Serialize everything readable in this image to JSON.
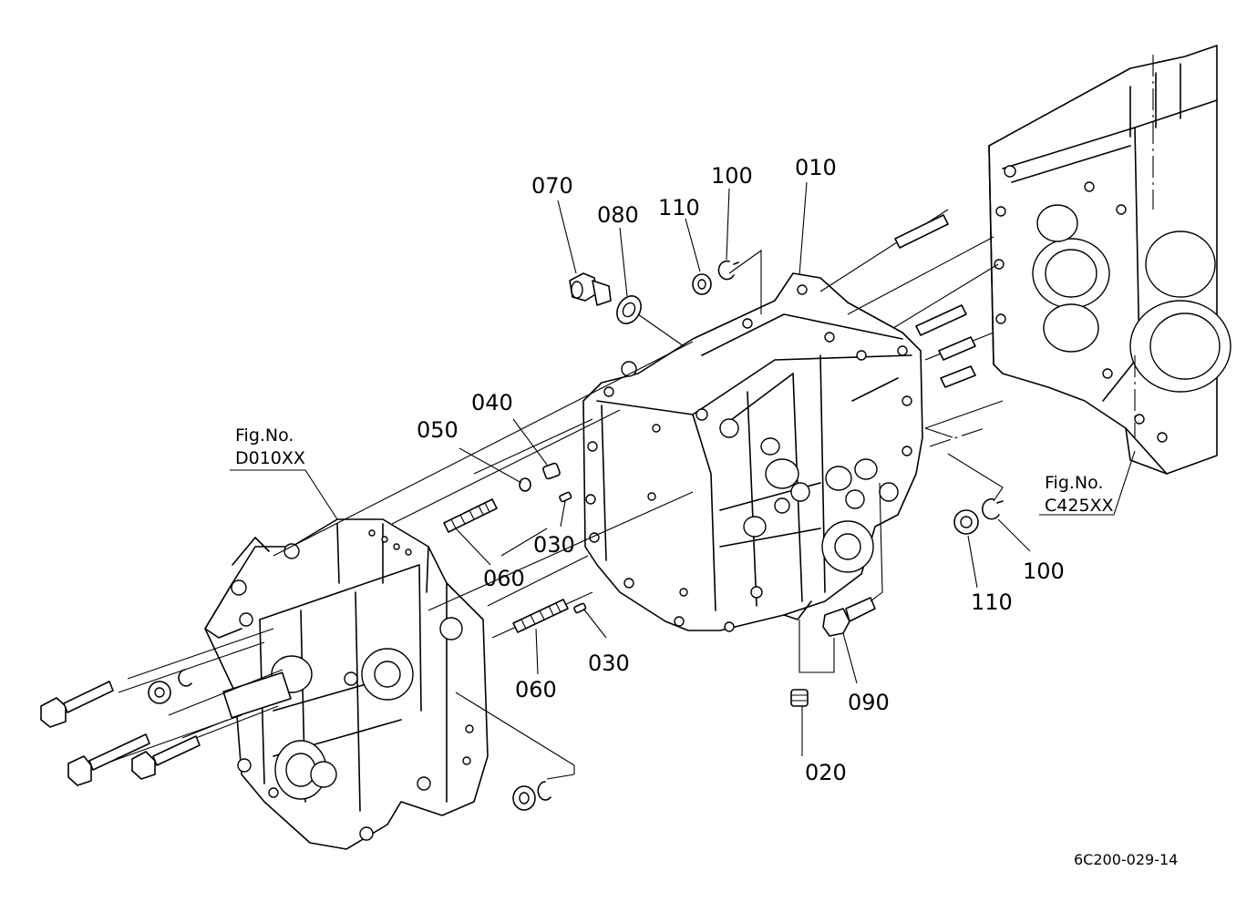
{
  "figure_refs": {
    "left": {
      "line1": "Fig.No.",
      "line2": "D010XX"
    },
    "right": {
      "line1": "Fig.No.",
      "line2": "C425XX"
    }
  },
  "callouts": {
    "p010": "010",
    "p020": "020",
    "p030a": "030",
    "p030b": "030",
    "p040": "040",
    "p050": "050",
    "p060a": "060",
    "p060b": "060",
    "p070": "070",
    "p080": "080",
    "p090": "090",
    "p100a": "100",
    "p100b": "100",
    "p110a": "110",
    "p110b": "110"
  },
  "drawing_code": "6C200-029-14"
}
